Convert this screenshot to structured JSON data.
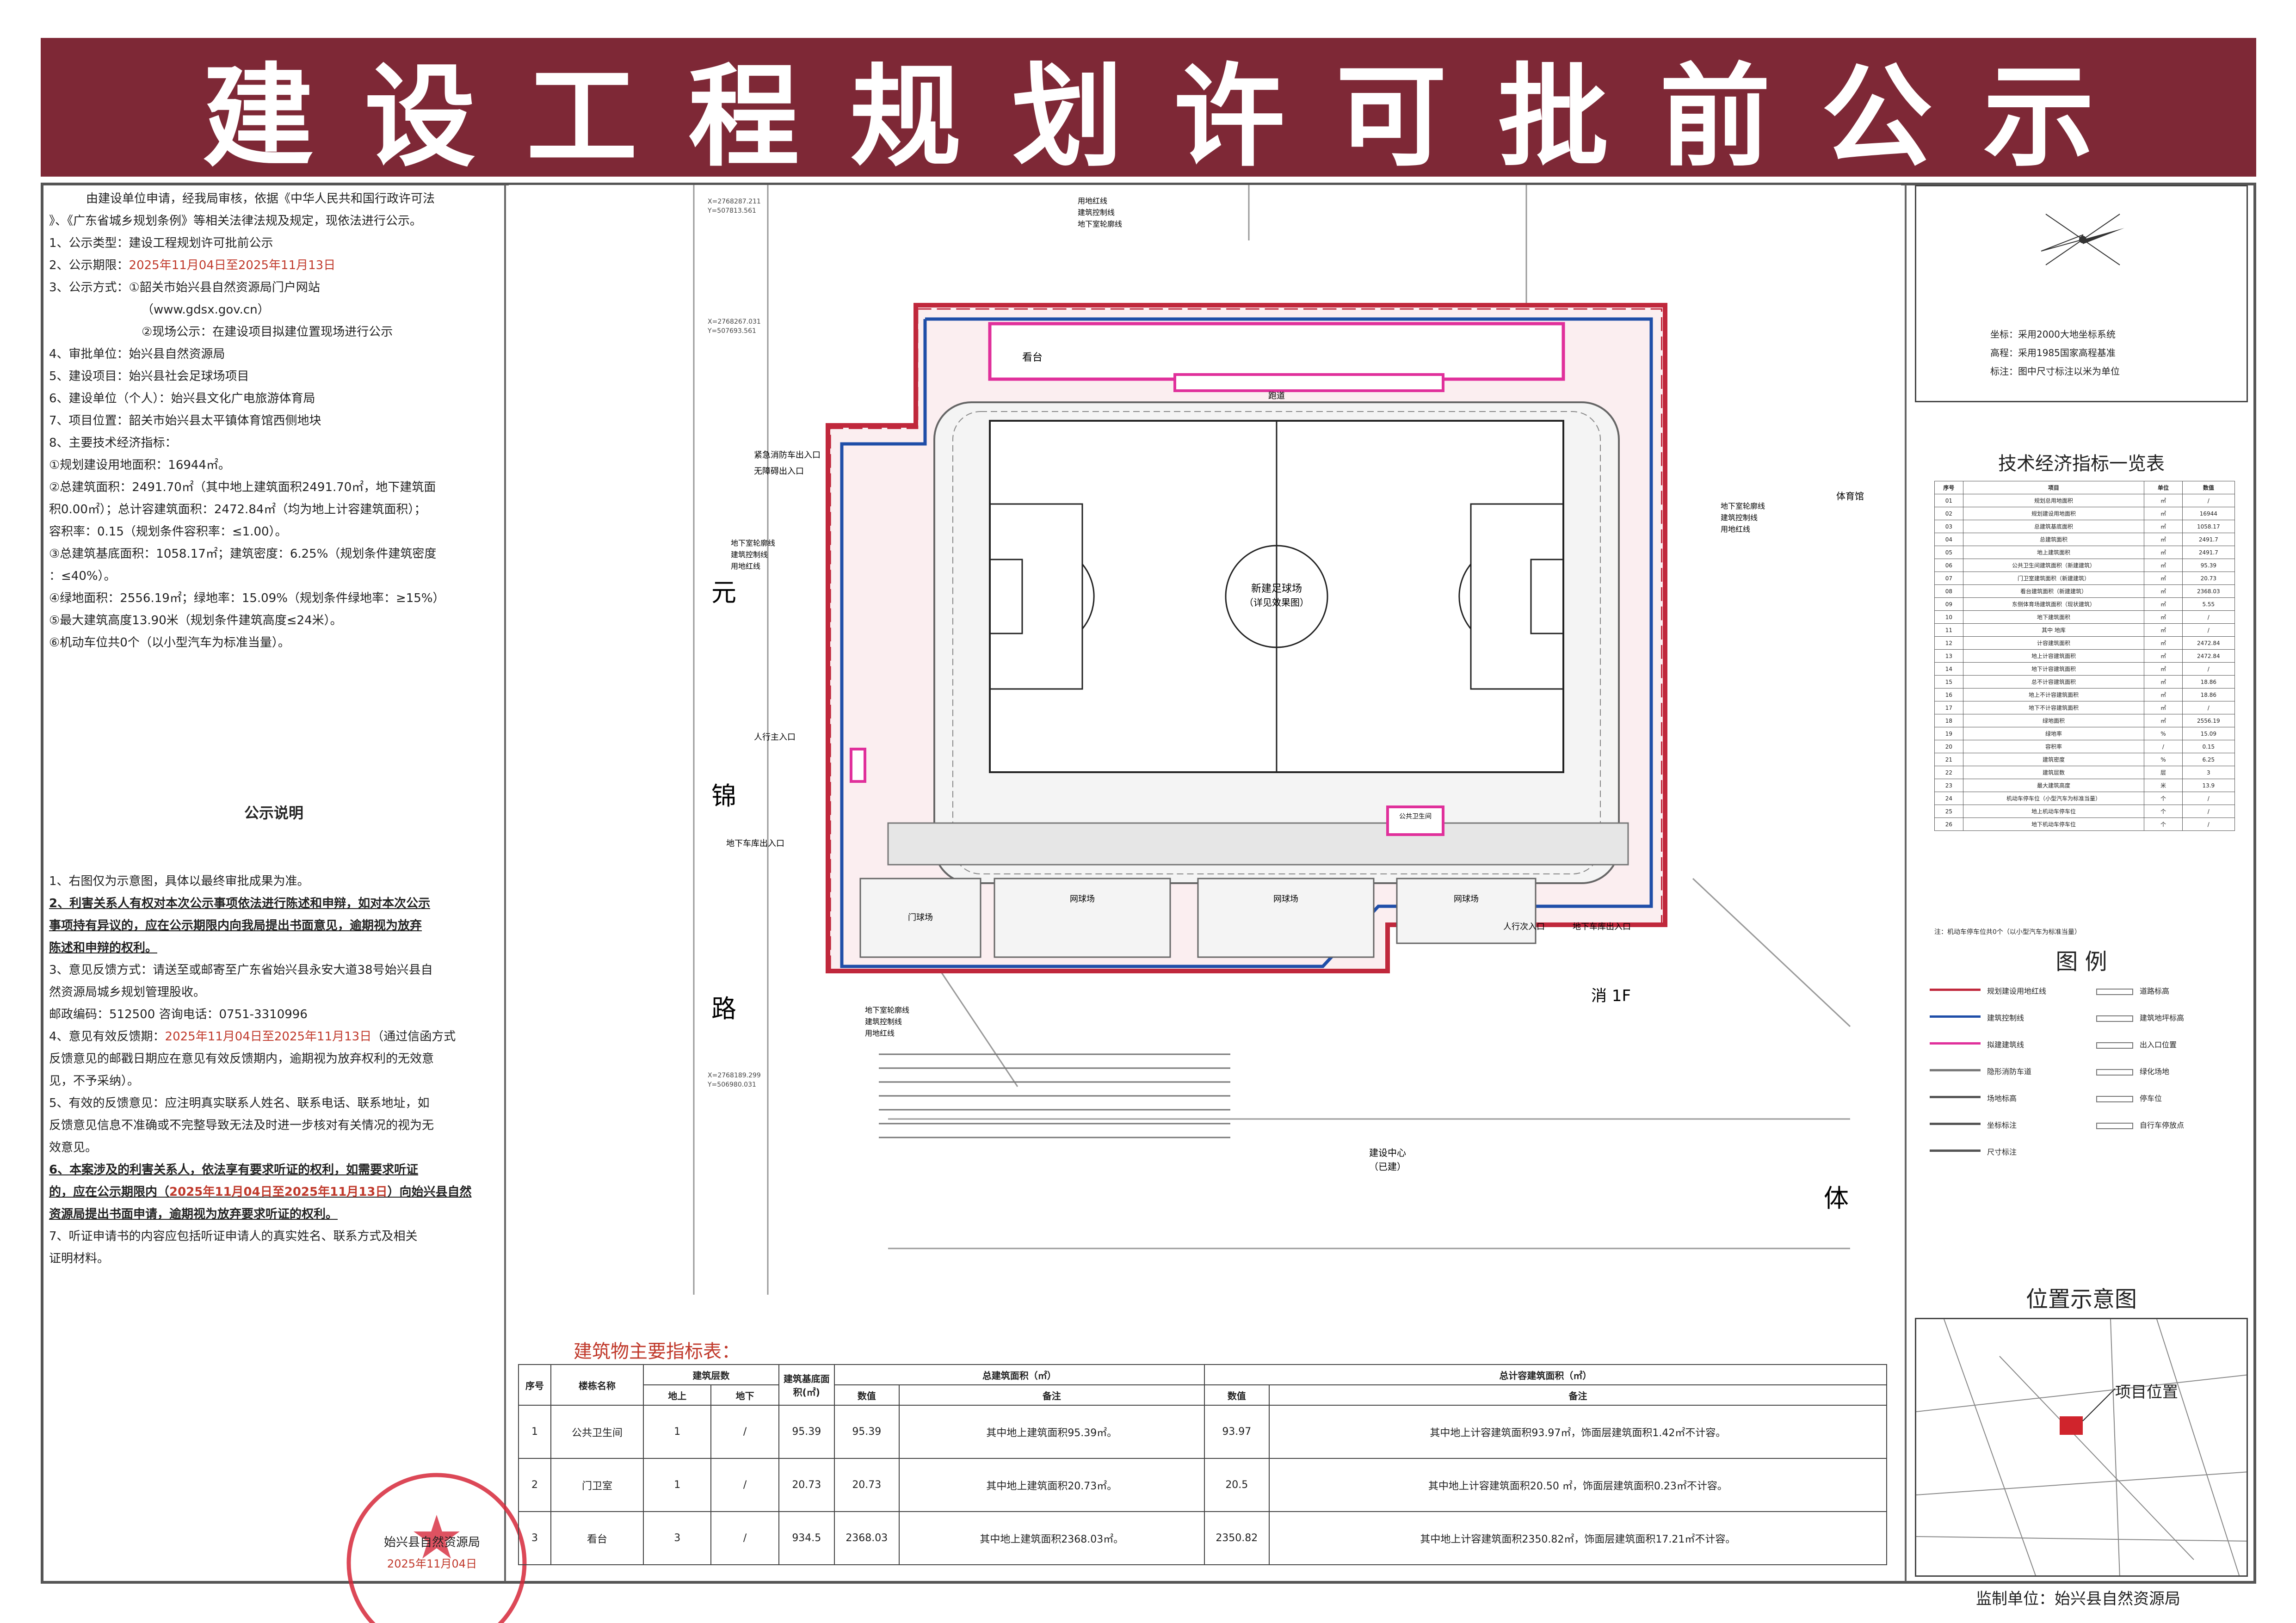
{
  "banner_title": "建设工程规划许可批前公示",
  "left": {
    "intro_1": "由建设单位申请，经我局审核，依据《中华人民共和国行政许可法",
    "intro_2": "》、《广东省城乡规划条例》等相关法律法规及规定，现依法进行公示。",
    "l1_label": "1、公示类型：",
    "l1_value": "建设工程规划许可批前公示",
    "l2_label": "2、公示期限：",
    "l2_value": "2025年11月04日至2025年11月13日",
    "l3_label": "3、公示方式：",
    "l3_value_1": "①韶关市始兴县自然资源局门户网站",
    "l3_value_2": "（www.gdsx.gov.cn）",
    "l3_value_3": "②现场公示：在建设项目拟建位置现场进行公示",
    "l4_label": "4、审批单位：",
    "l4_value": "始兴县自然资源局",
    "l5_label": "5、建设项目：",
    "l5_value": "始兴县社会足球场项目",
    "l6_label": "6、建设单位（个人）：",
    "l6_value": "始兴县文化广电旅游体育局",
    "l7_label": "7、项目位置：",
    "l7_value": "韶关市始兴县太平镇体育馆西侧地块",
    "l8_label": "8、主要技术经济指标：",
    "m1": "①规划建设用地面积：16944㎡。",
    "m2a": "②总建筑面积：2491.70㎡（其中地上建筑面积2491.70㎡，地下建筑面",
    "m2b": "积0.00㎡）；总计容建筑面积：2472.84㎡（均为地上计容建筑面积）；",
    "m2c": "容积率：0.15（规划条件容积率：≤1.00）。",
    "m3a": "③总建筑基底面积：1058.17㎡；建筑密度：6.25%（规划条件建筑密度",
    "m3b": "：≤40%）。",
    "m4": "④绿地面积：2556.19㎡；绿地率：15.09%（规划条件绿地率：≥15%）",
    "m5": "⑤最大建筑高度13.90米（规划条件建筑高度≤24米）。",
    "m6": "⑥机动车位共0个（以小型汽车为标准当量）。",
    "notice_title": "公示说明",
    "n1": "1、右图仅为示意图，具体以最终审批成果为准。",
    "n2a": "2、利害关系人有权对本次公示事项依法进行陈述和申辩，如对本次公示",
    "n2b": "事项持有异议的，应在公示期限内向我局提出书面意见，逾期视为放弃",
    "n2c": "陈述和申辩的权利。",
    "n3a": "3、意见反馈方式：请送至或邮寄至广东省始兴县永安大道38号始兴县自",
    "n3b": "然资源局城乡规划管理股收。",
    "n3c": "邮政编码：512500   咨询电话：0751-3310996",
    "n4a_1": "4、意见有效反馈期：",
    "n4a_red": "2025年11月04日至2025年11月13日",
    "n4a_2": "（通过信函方式",
    "n4b": "反馈意见的邮戳日期应在意见有效反馈期内，逾期视为放弃权利的无效意",
    "n4c": "见，不予采纳）。",
    "n5a": "5、有效的反馈意见：应注明真实联系人姓名、联系电话、联系地址，如",
    "n5b": "反馈意见信息不准确或不完整导致无法及时进一步核对有关情况的视为无",
    "n5c": "效意见。",
    "n6a": "6、本案涉及的利害关系人，依法享有要求听证的权利，如需要求听证",
    "n6b_1": "的，应在公示期限内（",
    "n6b_red": "2025年11月04日至2025年11月13日",
    "n6b_2": "）向始兴县自然",
    "n6c": "资源局提出书面申请，逾期视为放弃要求听证的权利。",
    "n7a": "7、听证申请书的内容应包括听证申请人的真实姓名、联系方式及相关",
    "n7b": "证明材料。",
    "stamp_org": "始兴县自然资源局",
    "stamp_date": "2025年11月04日"
  },
  "map": {
    "road_yuan": "元",
    "road_jin": "锦",
    "road_lu": "路",
    "road_ti": "体",
    "field_label_1": "新建足球场",
    "field_label_2": "（详见效果图）",
    "stand_label": "看台",
    "road_label": "跑道",
    "tennis_1": "网球场",
    "tennis_2": "网球场",
    "tennis_3": "网球场",
    "gate_court": "门球场",
    "ped_entry_1": "人行主入口",
    "ped_entry_2": "人行次入口",
    "vehicle_entry": "地下车库出入口",
    "vehicle_entry_2": "地下车库出入口",
    "emergency_entry": "紧急消防车出入口",
    "barrier_free": "无障碍出入口",
    "fire_tag": "消 1F",
    "construction": "建设中心",
    "construction_sub": "（已建）",
    "built": "体育馆",
    "lines_1": "地下室轮廓线",
    "lines_2": "建筑控制线",
    "lines_3": "用地红线",
    "coord_1": "X=2768287.211",
    "coord_2": "Y=507813.561",
    "coord_3": "X=2768267.031",
    "coord_4": "Y=507693.561",
    "coord_5": "X=2768189.299",
    "coord_6": "Y=506980.031",
    "toilet_label": "公共卫生间"
  },
  "right": {
    "north_note_1": "坐标：采用2000大地坐标系统",
    "north_note_2": "高程：采用1985国家高程基准",
    "north_note_3": "标注：图中尺寸标注以米为单位",
    "tech_title": "技术经济指标一览表",
    "tech_head": [
      "序号",
      "项目",
      "单位",
      "数值"
    ],
    "tech_rows": [
      [
        "01",
        "规划总用地面积",
        "㎡",
        "/"
      ],
      [
        "02",
        "规划建设用地面积",
        "㎡",
        "16944"
      ],
      [
        "03",
        "总建筑基底面积",
        "㎡",
        "1058.17"
      ],
      [
        "04",
        "总建筑面积",
        "㎡",
        "2491.7"
      ],
      [
        "05",
        "地上建筑面积",
        "㎡",
        "2491.7"
      ],
      [
        "06",
        "公共卫生间建筑面积（新建建筑）",
        "㎡",
        "95.39"
      ],
      [
        "07",
        "门卫室建筑面积（新建建筑）",
        "㎡",
        "20.73"
      ],
      [
        "08",
        "看台建筑面积（新建建筑）",
        "㎡",
        "2368.03"
      ],
      [
        "09",
        "东侧体育场建筑面积（现状建筑）",
        "㎡",
        "5.55"
      ],
      [
        "10",
        "地下建筑面积",
        "㎡",
        "/"
      ],
      [
        "11",
        "其中 地库",
        "㎡",
        "/"
      ],
      [
        "12",
        "计容建筑面积",
        "㎡",
        "2472.84"
      ],
      [
        "13",
        "地上计容建筑面积",
        "㎡",
        "2472.84"
      ],
      [
        "14",
        "地下计容建筑面积",
        "㎡",
        "/"
      ],
      [
        "15",
        "总不计容建筑面积",
        "㎡",
        "18.86"
      ],
      [
        "16",
        "地上不计容建筑面积",
        "㎡",
        "18.86"
      ],
      [
        "17",
        "地下不计容建筑面积",
        "㎡",
        "/"
      ],
      [
        "18",
        "绿地面积",
        "㎡",
        "2556.19"
      ],
      [
        "19",
        "绿地率",
        "%",
        "15.09"
      ],
      [
        "20",
        "容积率",
        "/",
        "0.15"
      ],
      [
        "21",
        "建筑密度",
        "%",
        "6.25"
      ],
      [
        "22",
        "建筑层数",
        "层",
        "3"
      ],
      [
        "23",
        "最大建筑高度",
        "米",
        "13.9"
      ],
      [
        "24",
        "机动车停车位（小型汽车为标准当量）",
        "个",
        "/"
      ],
      [
        "25",
        "地上机动车停车位",
        "个",
        "/"
      ],
      [
        "26",
        "地下机动车停车位",
        "个",
        "/"
      ]
    ],
    "tech_note": "注：机动车停车位共0个（以小型汽车为标准当量）",
    "legend_title": "图    例",
    "legend": [
      {
        "label": "规划建设用地红线",
        "color": "#c0283c"
      },
      {
        "label": "建筑控制线",
        "color": "#1f4ea8"
      },
      {
        "label": "拟建建筑线",
        "color": "#e0309b"
      },
      {
        "label": "隐形消防车道",
        "color": "#7a7a7a"
      },
      {
        "label": "场地标高",
        "color": "#555555"
      },
      {
        "label": "坐标标注",
        "color": "#555555"
      },
      {
        "label": "尺寸标注",
        "color": "#555555"
      }
    ],
    "legend_right": [
      "道路标高",
      "建筑地坪标高",
      "出入口位置",
      "绿化场地",
      "停车位",
      "自行车停放点"
    ],
    "location_title": "位置示意图",
    "location_label": "项目位置",
    "supervisor": "监制单位：始兴县自然资源局"
  },
  "bld": {
    "title": "建筑物主要指标表：",
    "h_no": "序号",
    "h_name": "楼栋名称",
    "h_floors": "建筑层数",
    "h_above": "地上",
    "h_below": "地下",
    "h_base": "建筑基底面积(㎡)",
    "h_total": "总建筑面积（㎡）",
    "h_cap": "总计容建筑面积（㎡）",
    "h_val": "数值",
    "h_note": "备注",
    "rows": [
      {
        "no": "1",
        "name": "公共卫生间",
        "above": "1",
        "below": "/",
        "base": "95.39",
        "total": "95.39",
        "total_note": "其中地上建筑面积95.39㎡。",
        "cap": "93.97",
        "cap_note": "其中地上计容建筑面积93.97㎡，饰面层建筑面积1.42㎡不计容。"
      },
      {
        "no": "2",
        "name": "门卫室",
        "above": "1",
        "below": "/",
        "base": "20.73",
        "total": "20.73",
        "total_note": "其中地上建筑面积20.73㎡。",
        "cap": "20.5",
        "cap_note": "其中地上计容建筑面积20.50 ㎡，饰面层建筑面积0.23㎡不计容。"
      },
      {
        "no": "3",
        "name": "看台",
        "above": "3",
        "below": "/",
        "base": "934.5",
        "total": "2368.03",
        "total_note": "其中地上建筑面积2368.03㎡。",
        "cap": "2350.82",
        "cap_note": "其中地上计容建筑面积2350.82㎡，饰面层建筑面积17.21㎡不计容。"
      }
    ]
  }
}
